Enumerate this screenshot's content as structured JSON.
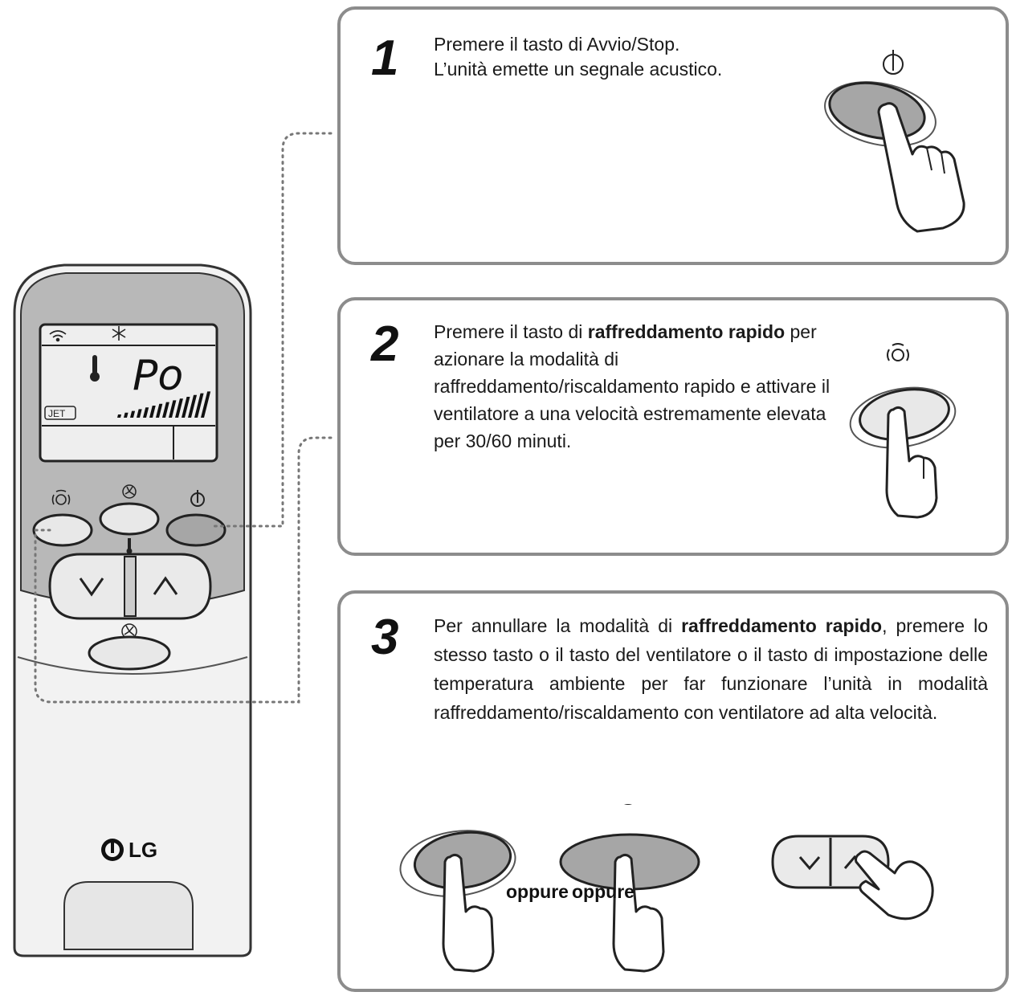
{
  "steps": [
    {
      "number": "1",
      "line1": "Premere il tasto di Avvio/Stop.",
      "line2": "L’unità emette un segnale acustico."
    },
    {
      "number": "2",
      "before_bold": "Premere il tasto di ",
      "bold": "raffreddamento rapido",
      "after_bold": " per azionare la modalità di raffreddamento/riscaldamento rapido e attivare il ventilatore a una velocità estremamente elevata per 30/60 minuti."
    },
    {
      "number": "3",
      "before_bold": "Per annullare la modalità di ",
      "bold": "raffreddamento rapido",
      "after_bold": ", premere lo stesso tasto o il tasto del ventilatore o il tasto di impostazione delle temperatura ambiente per far funzionare l’unità in modalità raffreddamento/riscaldamento con ventilatore ad alta velocità.",
      "or_words": [
        "oppure",
        "oppure"
      ]
    }
  ],
  "remote": {
    "lcd_code": "Po",
    "lcd_badge": "JET",
    "brand": "LG"
  },
  "icons": {
    "power": "power-icon",
    "jet": "jet-cool-icon",
    "fan": "fan-icon",
    "temperature": "thermometer-icon",
    "hand": "pointing-hand-icon"
  },
  "colors": {
    "panel_border": "#8c8c8c",
    "remote_body": "#f2f2f2",
    "remote_top": "#b3b3b3",
    "button_pressed": "#a6a6a6"
  }
}
